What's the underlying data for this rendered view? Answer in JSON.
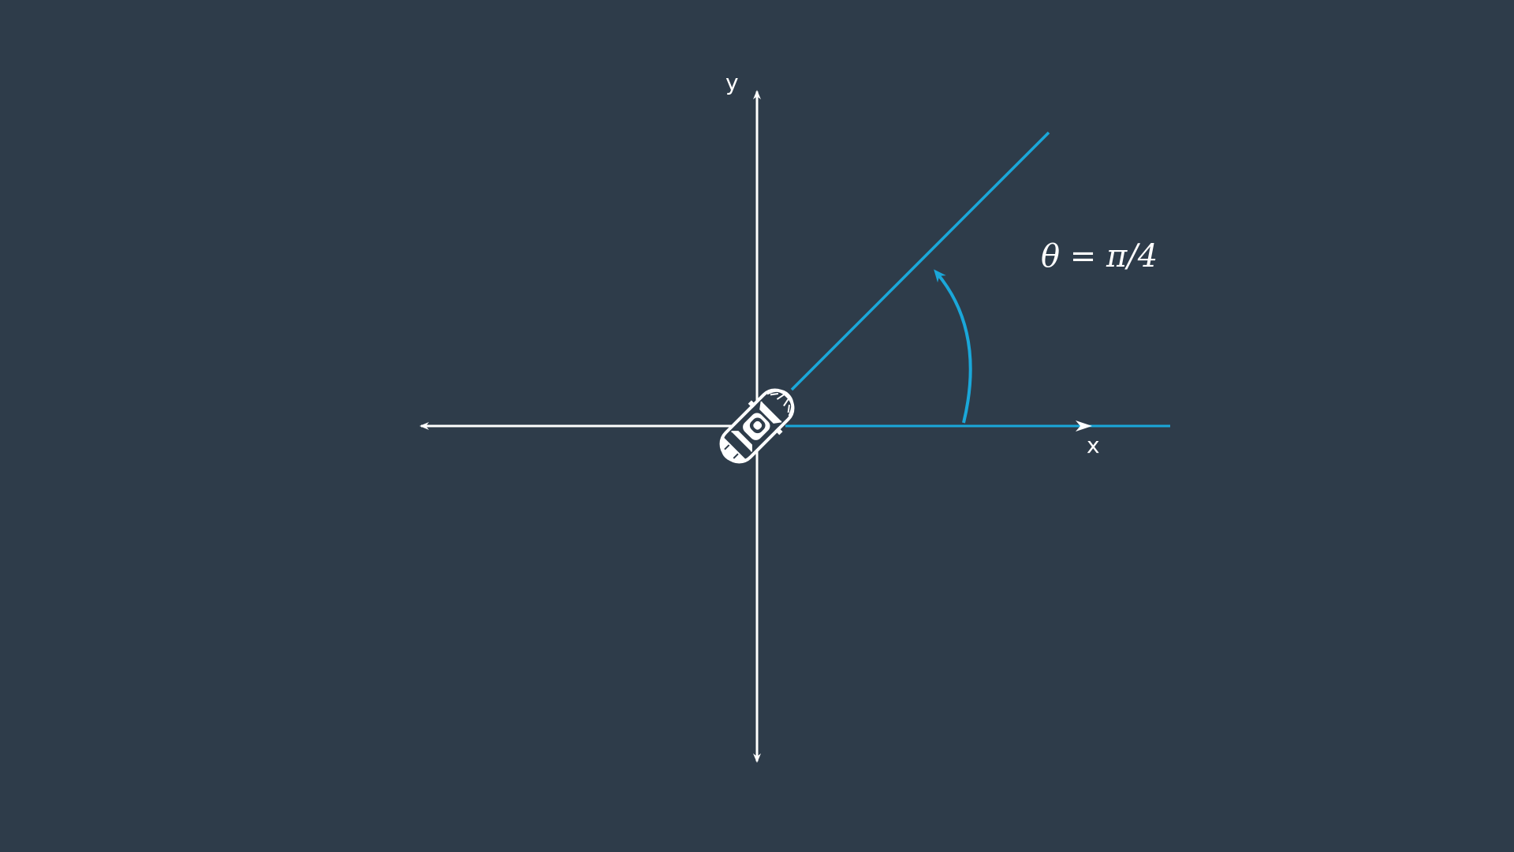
{
  "diagram": {
    "x_axis_label": "x",
    "y_axis_label": "y",
    "angle_label": "θ = π/4",
    "angle_radians": 0.7853981634
  },
  "colors": {
    "background": "#2e3c4a",
    "axis": "#ffffff",
    "accent": "#1aa7d9",
    "text": "#ffffff"
  },
  "icons": {
    "vehicle": "car-top-view-icon"
  }
}
